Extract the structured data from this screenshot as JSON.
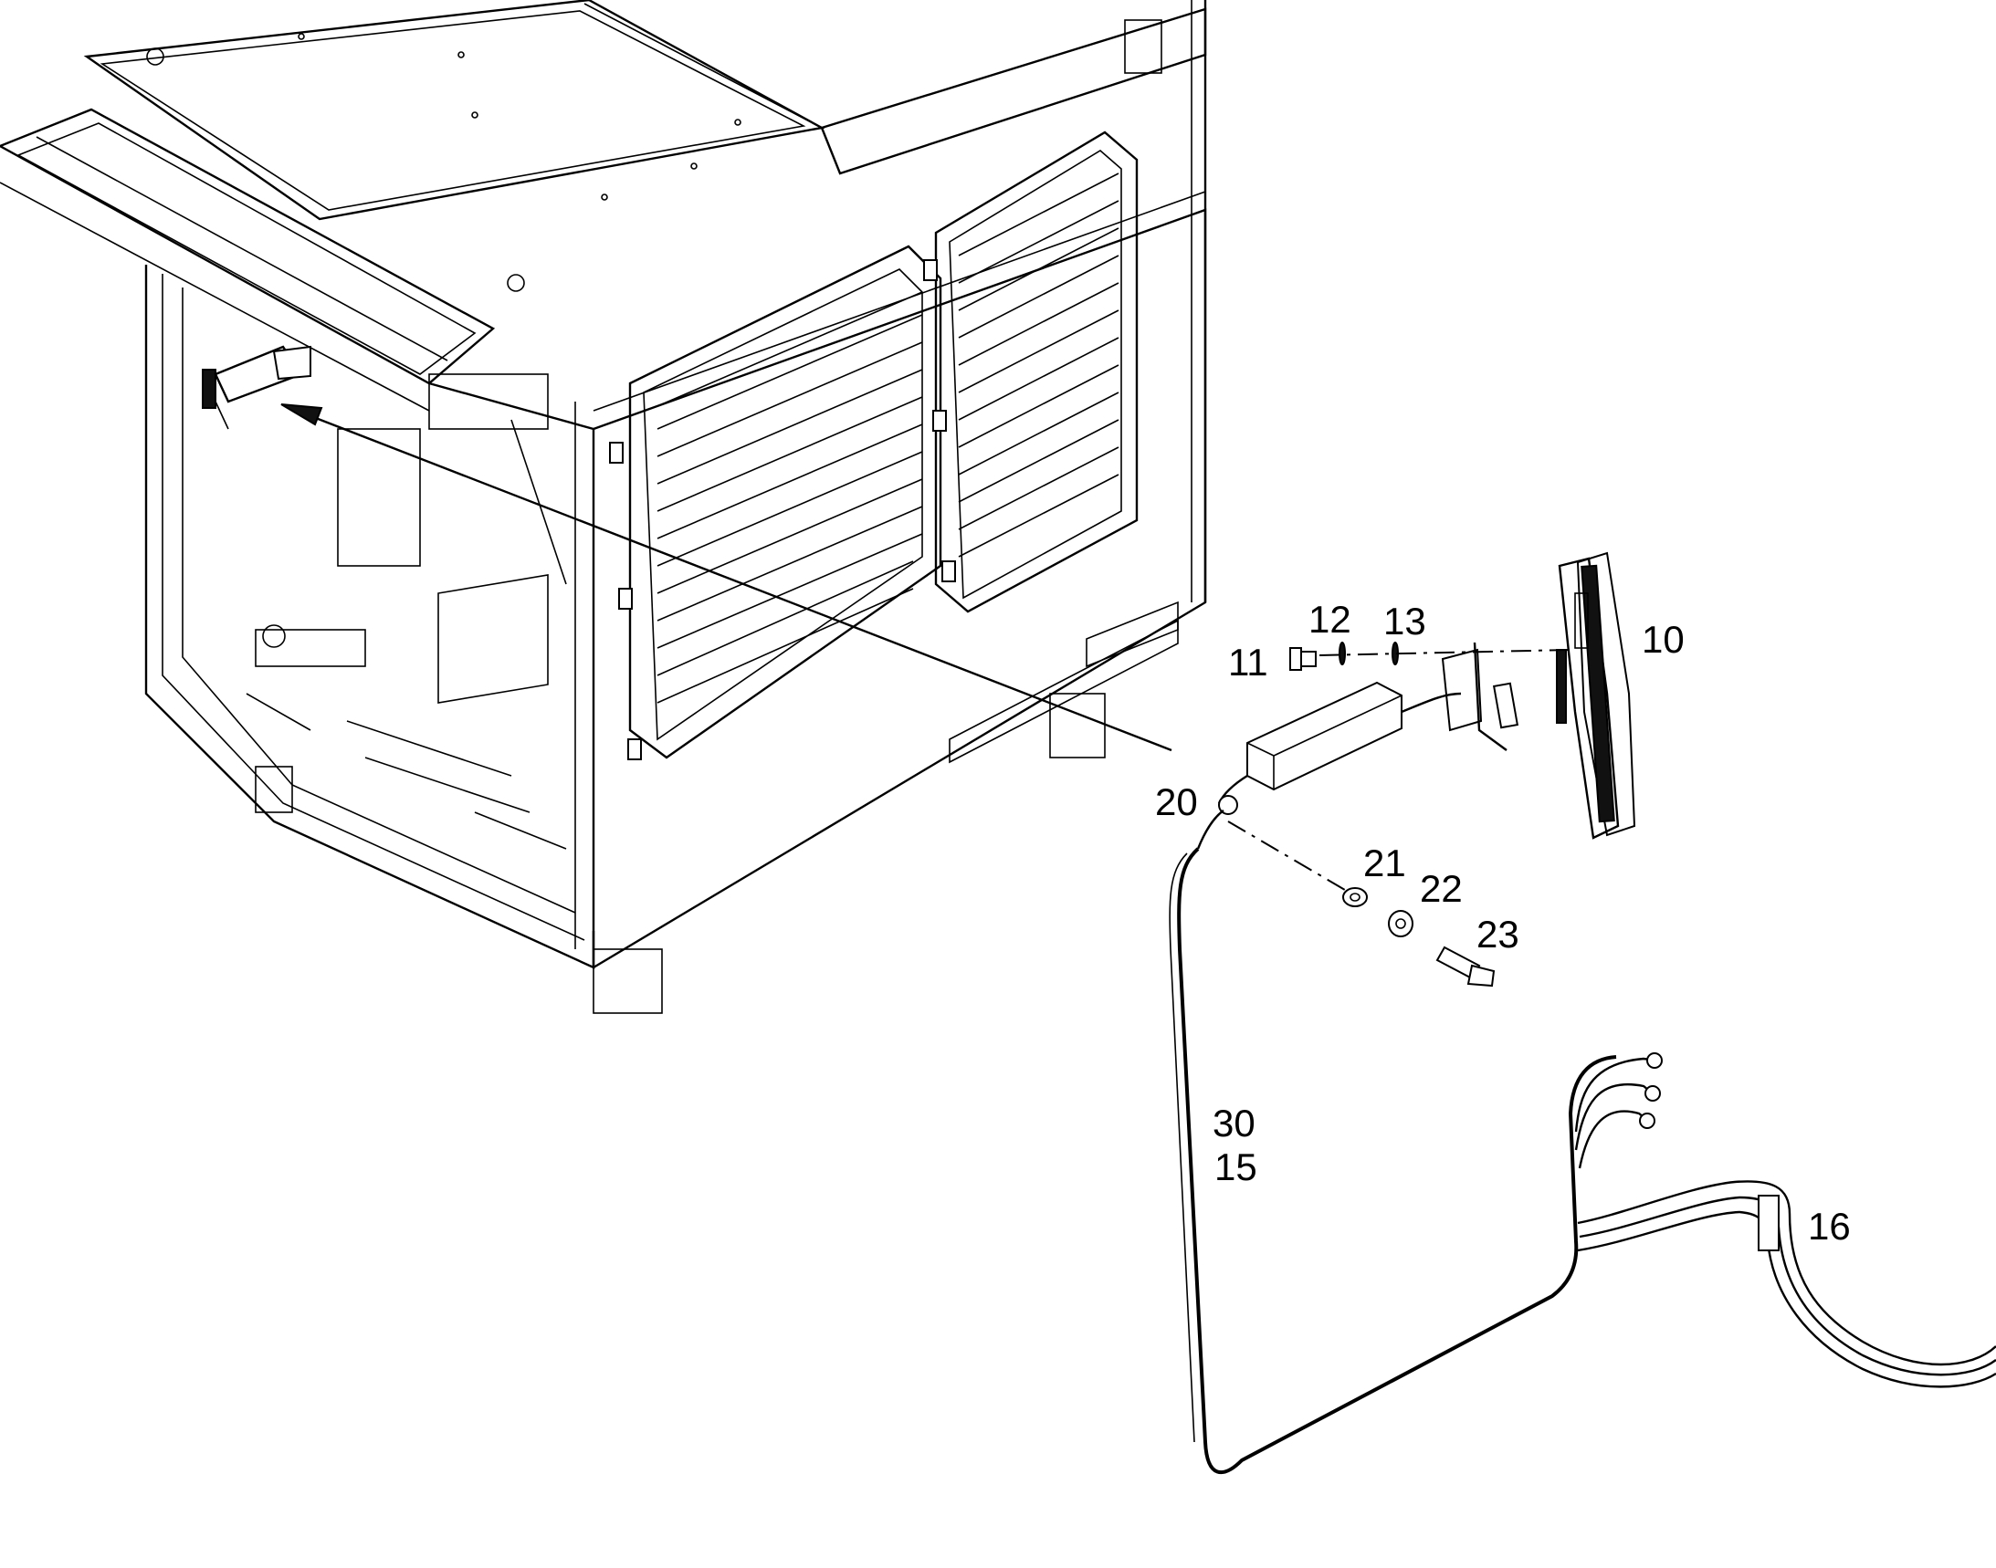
{
  "callouts": {
    "c10": "10",
    "c11": "11",
    "c12": "12",
    "c13": "13",
    "c20": "20",
    "c21": "21",
    "c22": "22",
    "c23": "23",
    "c30": "30",
    "c15": "15",
    "c16": "16"
  },
  "colors": {
    "line": "#000000",
    "background": "#ffffff"
  }
}
